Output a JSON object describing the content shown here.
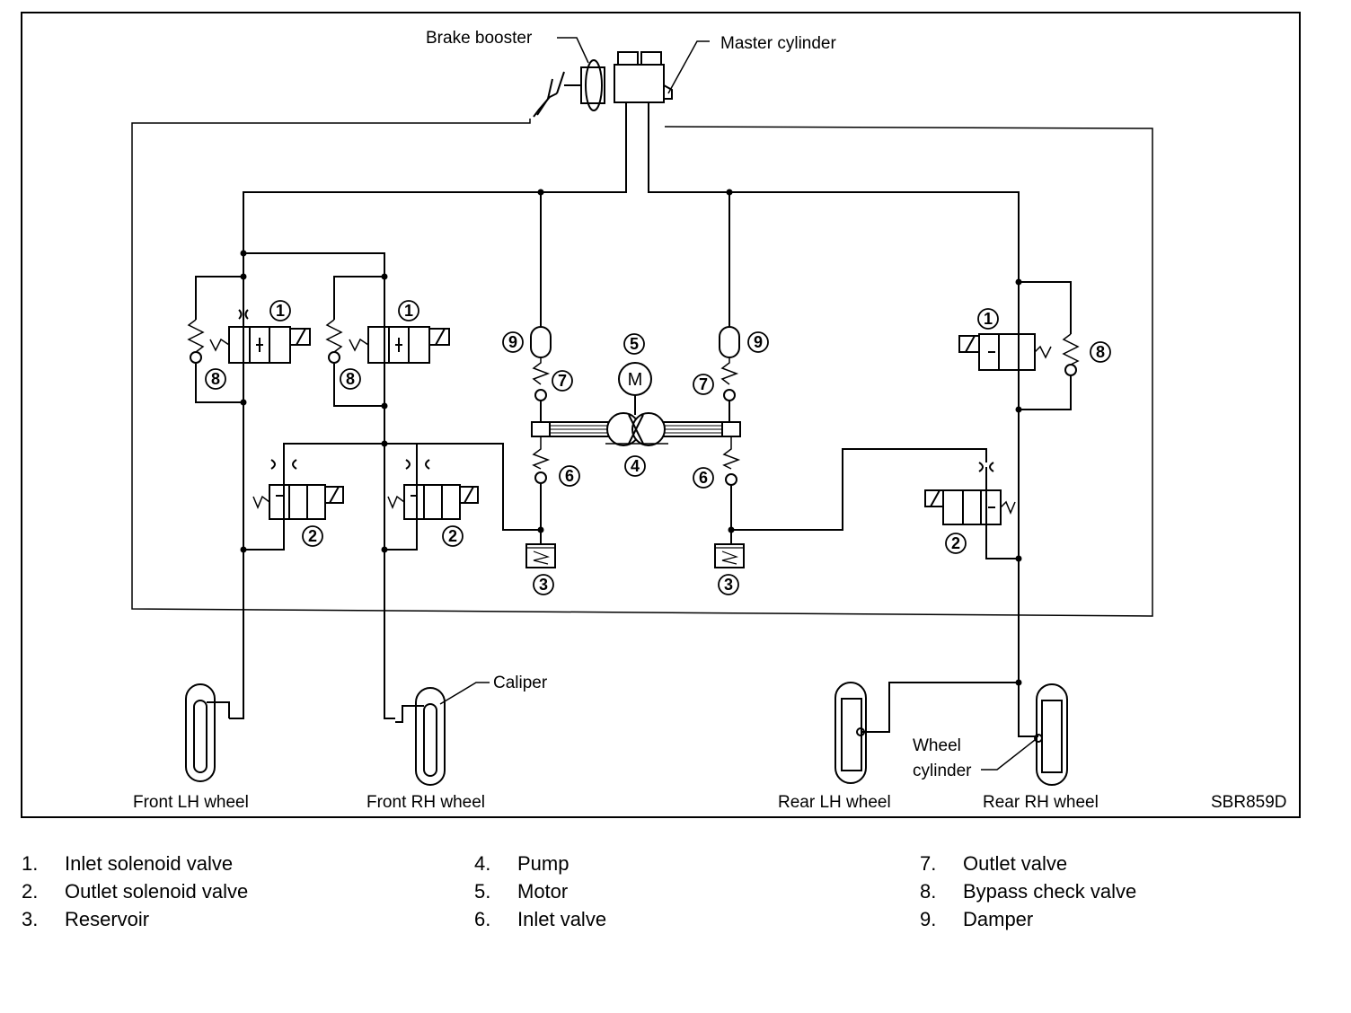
{
  "labels": {
    "brake_booster": "Brake booster",
    "master_cylinder": "Master cylinder",
    "caliper": "Caliper",
    "wheel_cylinder_line1": "Wheel",
    "wheel_cylinder_line2": "cylinder",
    "front_lh_wheel": "Front LH wheel",
    "front_rh_wheel": "Front RH wheel",
    "rear_lh_wheel": "Rear LH wheel",
    "rear_rh_wheel": "Rear RH wheel",
    "figure_code": "SBR859D",
    "motor_symbol": "M"
  },
  "markers": {
    "n1": "1",
    "n2": "2",
    "n3": "3",
    "n4": "4",
    "n5": "5",
    "n6": "6",
    "n7": "7",
    "n8": "8",
    "n9": "9"
  },
  "legend": [
    {
      "num": "1.",
      "text": "Inlet solenoid valve"
    },
    {
      "num": "2.",
      "text": "Outlet solenoid valve"
    },
    {
      "num": "3.",
      "text": "Reservoir"
    },
    {
      "num": "4.",
      "text": "Pump"
    },
    {
      "num": "5.",
      "text": "Motor"
    },
    {
      "num": "6.",
      "text": "Inlet valve"
    },
    {
      "num": "7.",
      "text": "Outlet valve"
    },
    {
      "num": "8.",
      "text": "Bypass check valve"
    },
    {
      "num": "9.",
      "text": "Damper"
    }
  ]
}
